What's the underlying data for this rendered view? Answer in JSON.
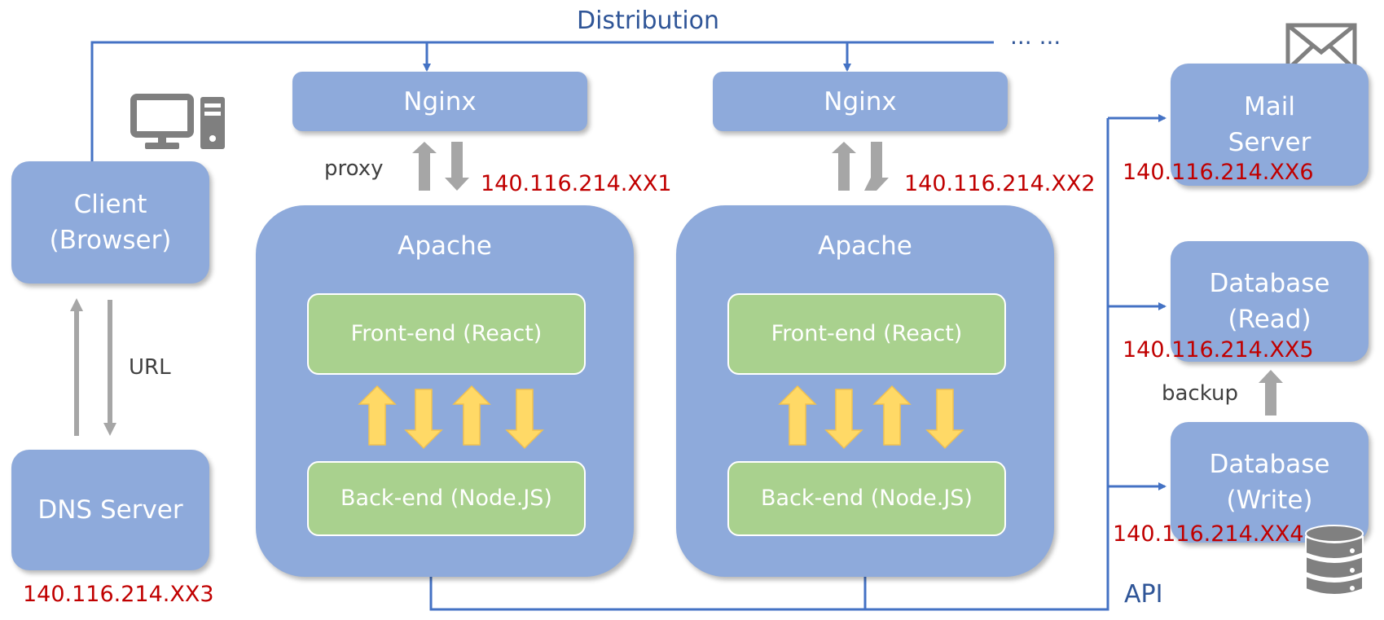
{
  "distribution_label": "Distribution",
  "ellipsis": "... ...",
  "api_label": "API",
  "proxy_label": "proxy",
  "url_label": "URL",
  "backup_label": "backup",
  "client": {
    "line1": "Client",
    "line2": "(Browser)"
  },
  "dns": {
    "label": "DNS Server",
    "ip": "140.116.214.XX3"
  },
  "server1": {
    "nginx": "Nginx",
    "apache": "Apache",
    "frontend": "Front-end (React)",
    "backend": "Back-end (Node.JS)",
    "ip": "140.116.214.XX1"
  },
  "server2": {
    "nginx": "Nginx",
    "apache": "Apache",
    "frontend": "Front-end (React)",
    "backend": "Back-end (Node.JS)",
    "ip": "140.116.214.XX2"
  },
  "mail": {
    "line1": "Mail",
    "line2": "Server",
    "ip": "140.116.214.XX6"
  },
  "db_read": {
    "line1": "Database",
    "line2": "(Read)",
    "ip": "140.116.214.XX5"
  },
  "db_write": {
    "line1": "Database",
    "line2": "(Write)",
    "ip": "140.116.214.XX4"
  },
  "colors": {
    "box_blue": "#8eaadb",
    "box_green": "#a9d18e",
    "connector": "#4472c4",
    "ip_red": "#c00000",
    "arrow_yellow": "#ffd966",
    "arrow_gray": "#a6a6a6"
  }
}
